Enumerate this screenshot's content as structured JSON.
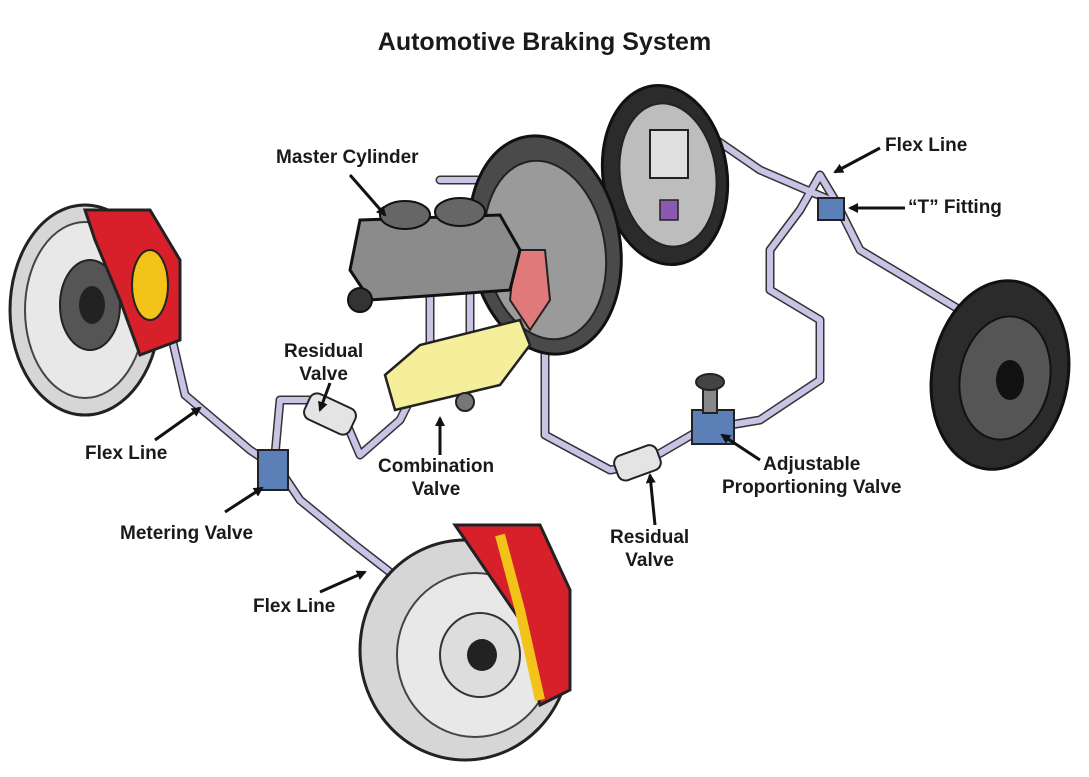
{
  "title": "Automotive Braking System",
  "labels": {
    "master_cylinder": "Master Cylinder",
    "flex_line_top_right": "Flex Line",
    "t_fitting": "“T” Fitting",
    "residual_valve_left_1": "Residual",
    "residual_valve_left_2": "Valve",
    "flex_line_left": "Flex Line",
    "combination_valve_1": "Combination",
    "combination_valve_2": "Valve",
    "adjustable_proportioning_valve_1": "Adjustable",
    "adjustable_proportioning_valve_2": "Proportioning Valve",
    "metering_valve": "Metering Valve",
    "residual_valve_right_1": "Residual",
    "residual_valve_right_2": "Valve",
    "flex_line_bottom": "Flex Line"
  },
  "colors": {
    "caliper": "#d8202a",
    "caliper_piston": "#f2c318",
    "brake_line": "#b9b3dc",
    "combination_valve": "#f5ee9a",
    "fitting": "#5c7fb8",
    "rotor": "#dcdcdc",
    "drum": "#2b2b2b"
  }
}
